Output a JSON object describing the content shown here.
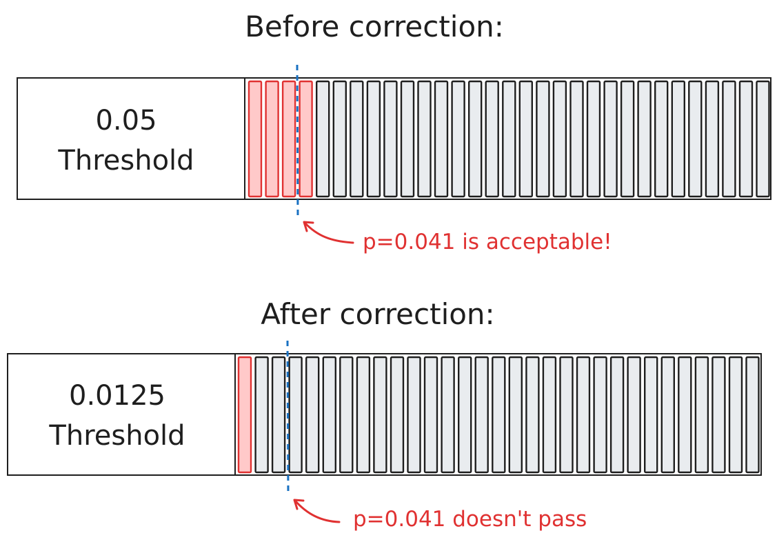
{
  "panels": [
    {
      "heading": "Before correction:",
      "value_line": "0.05",
      "threshold_line": "Threshold",
      "bar_count": 31,
      "highlighted_count": 4,
      "annotation": "p=0.041 is acceptable!"
    },
    {
      "heading": "After correction:",
      "value_line": "0.0125",
      "threshold_line": "Threshold",
      "bar_count": 31,
      "highlighted_count": 1,
      "annotation": "p=0.041 doesn't pass"
    }
  ],
  "colors": {
    "ink": "#1e1e1e",
    "pass_fill": "#ffc9c9",
    "pass_stroke": "#e03131",
    "fail_fill": "#e9ecef",
    "marker": "#1971c2",
    "annotation": "#e03131"
  }
}
